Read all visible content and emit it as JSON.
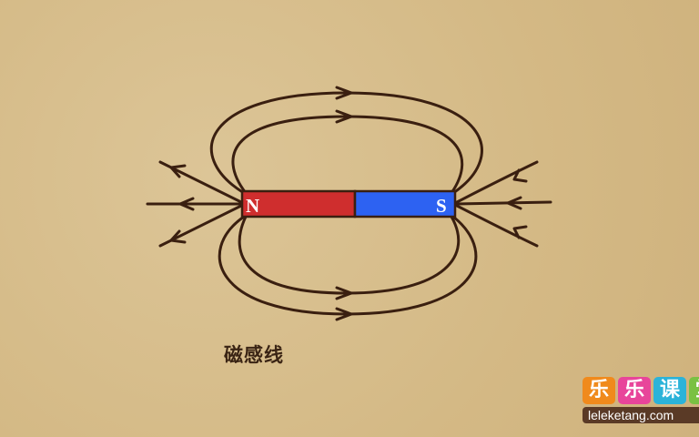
{
  "magnet": {
    "north_label": "N",
    "south_label": "S",
    "north_color": "#cf2e2e",
    "south_color": "#2d62f2"
  },
  "field_line_color": "#3a1f10",
  "caption": "磁感线",
  "logo": {
    "tiles": [
      "乐",
      "乐",
      "课",
      "堂"
    ],
    "tile_colors": [
      "#f08a1c",
      "#e8459a",
      "#2bb3d9",
      "#7ac143"
    ],
    "url": "leleketang.com"
  }
}
